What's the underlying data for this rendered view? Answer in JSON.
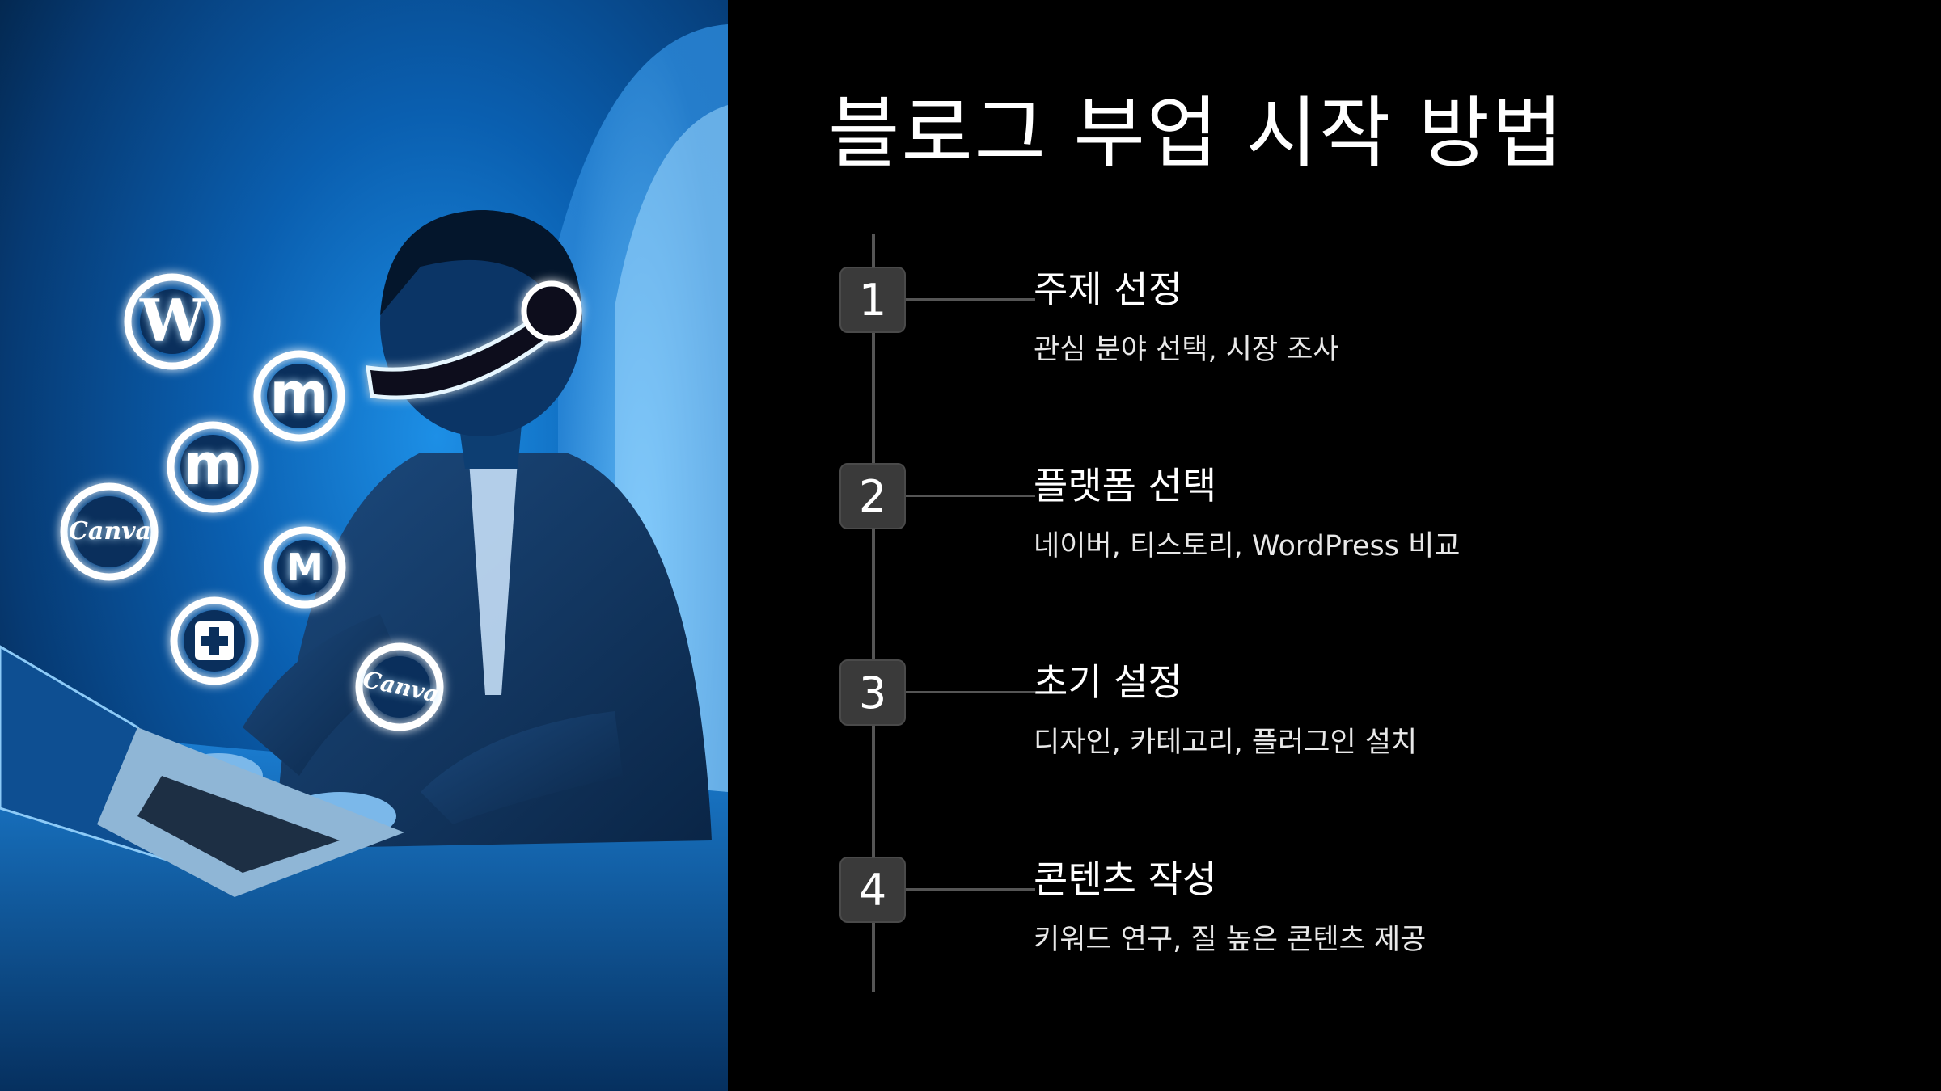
{
  "slide": {
    "title": "블로그 부업 시작 방법",
    "colors": {
      "background": "#000000",
      "text": "#ffffff",
      "badge": "#3a3a3a",
      "line": "#555555",
      "glow": "#bfe6ff"
    }
  },
  "illustration": {
    "floating_icons": [
      {
        "icon": "wordpress-icon",
        "label": "W"
      },
      {
        "icon": "medium-m-icon",
        "label": "m"
      },
      {
        "icon": "medium-m-icon",
        "label": "m"
      },
      {
        "icon": "canva-icon",
        "label": "Canva"
      },
      {
        "icon": "gmail-icon",
        "label": "M"
      },
      {
        "icon": "plus-square-icon",
        "label": "+"
      },
      {
        "icon": "canva-icon",
        "label": "Canva"
      }
    ]
  },
  "steps": [
    {
      "number": "1",
      "title": "주제 선정",
      "description": "관심 분야 선택, 시장 조사"
    },
    {
      "number": "2",
      "title": "플랫폼 선택",
      "description": "네이버, 티스토리, WordPress 비교"
    },
    {
      "number": "3",
      "title": "초기 설정",
      "description": "디자인, 카테고리, 플러그인 설치"
    },
    {
      "number": "4",
      "title": "콘텐츠 작성",
      "description": "키워드 연구, 질 높은 콘텐츠 제공"
    }
  ]
}
